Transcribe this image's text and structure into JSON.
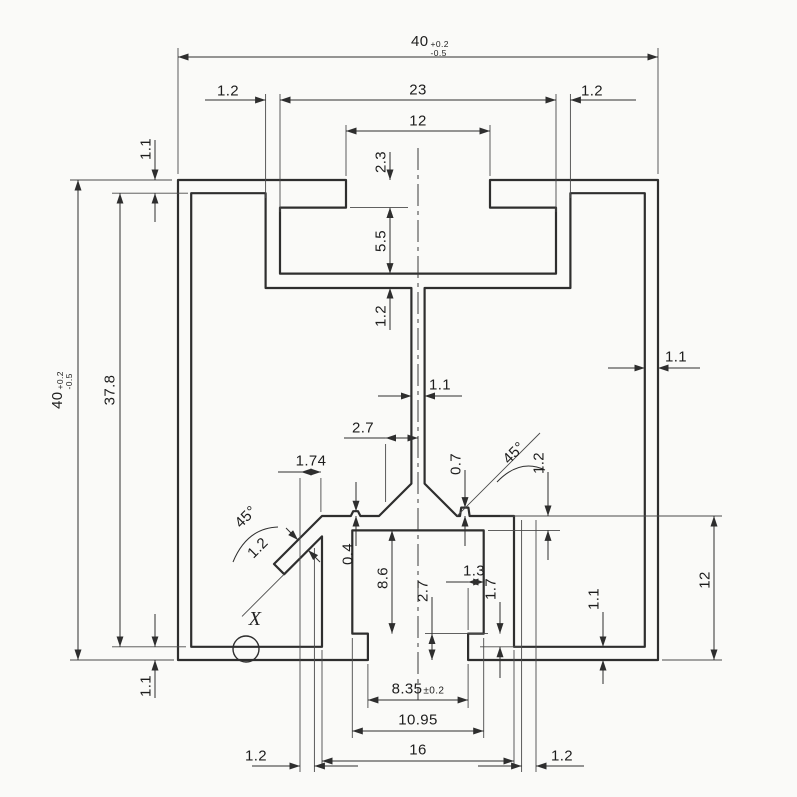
{
  "drawing": {
    "type": "technical-cross-section",
    "subject": "aluminium extrusion profile 40x40",
    "line_color": "#2e2e2e",
    "background_color": "#fafaf8",
    "detail_marker": "X"
  },
  "labels": {
    "overall_width": {
      "value": "40",
      "tol_plus": "+0.2",
      "tol_minus": "-0.5"
    },
    "overall_height": {
      "value": "40",
      "tol_plus": "+0.2",
      "tol_minus": "-0.5"
    },
    "top_wall_left": "1.2",
    "top_cavity_width": "23",
    "top_wall_right": "1.2",
    "slot_opening_width": "12",
    "lip_thickness": "2.3",
    "cavity_depth": "5.5",
    "cavity_floor_thickness": "1.2",
    "top_shell_thickness": "1.1",
    "inner_height": "37.8",
    "bottom_shell_thickness": "1.1",
    "side_wall_thickness": "1.1",
    "web_thickness": "1.1",
    "web_offset": "2.7",
    "fin_projection": "1.74",
    "fin_angle": "45°",
    "fin_thickness": "1.2",
    "bump_height": "0.7",
    "chamfer_angle": "45°",
    "channel_top_thickness": "1.2",
    "ridge_height": "0.4",
    "channel_inner_height": "8.6",
    "lip_offset": "2.7",
    "lip_width": "1.3",
    "lip_height": "1.7",
    "bottom_wall_right": "1.1",
    "channel_height": "12",
    "opening_width": {
      "value": "8.35",
      "tol": "±0.2"
    },
    "channel_inner_width": "10.95",
    "channel_outer_width": "16",
    "bottom_left_wall": "1.2",
    "bottom_right_wall": "1.2",
    "detail_marker": "X"
  }
}
